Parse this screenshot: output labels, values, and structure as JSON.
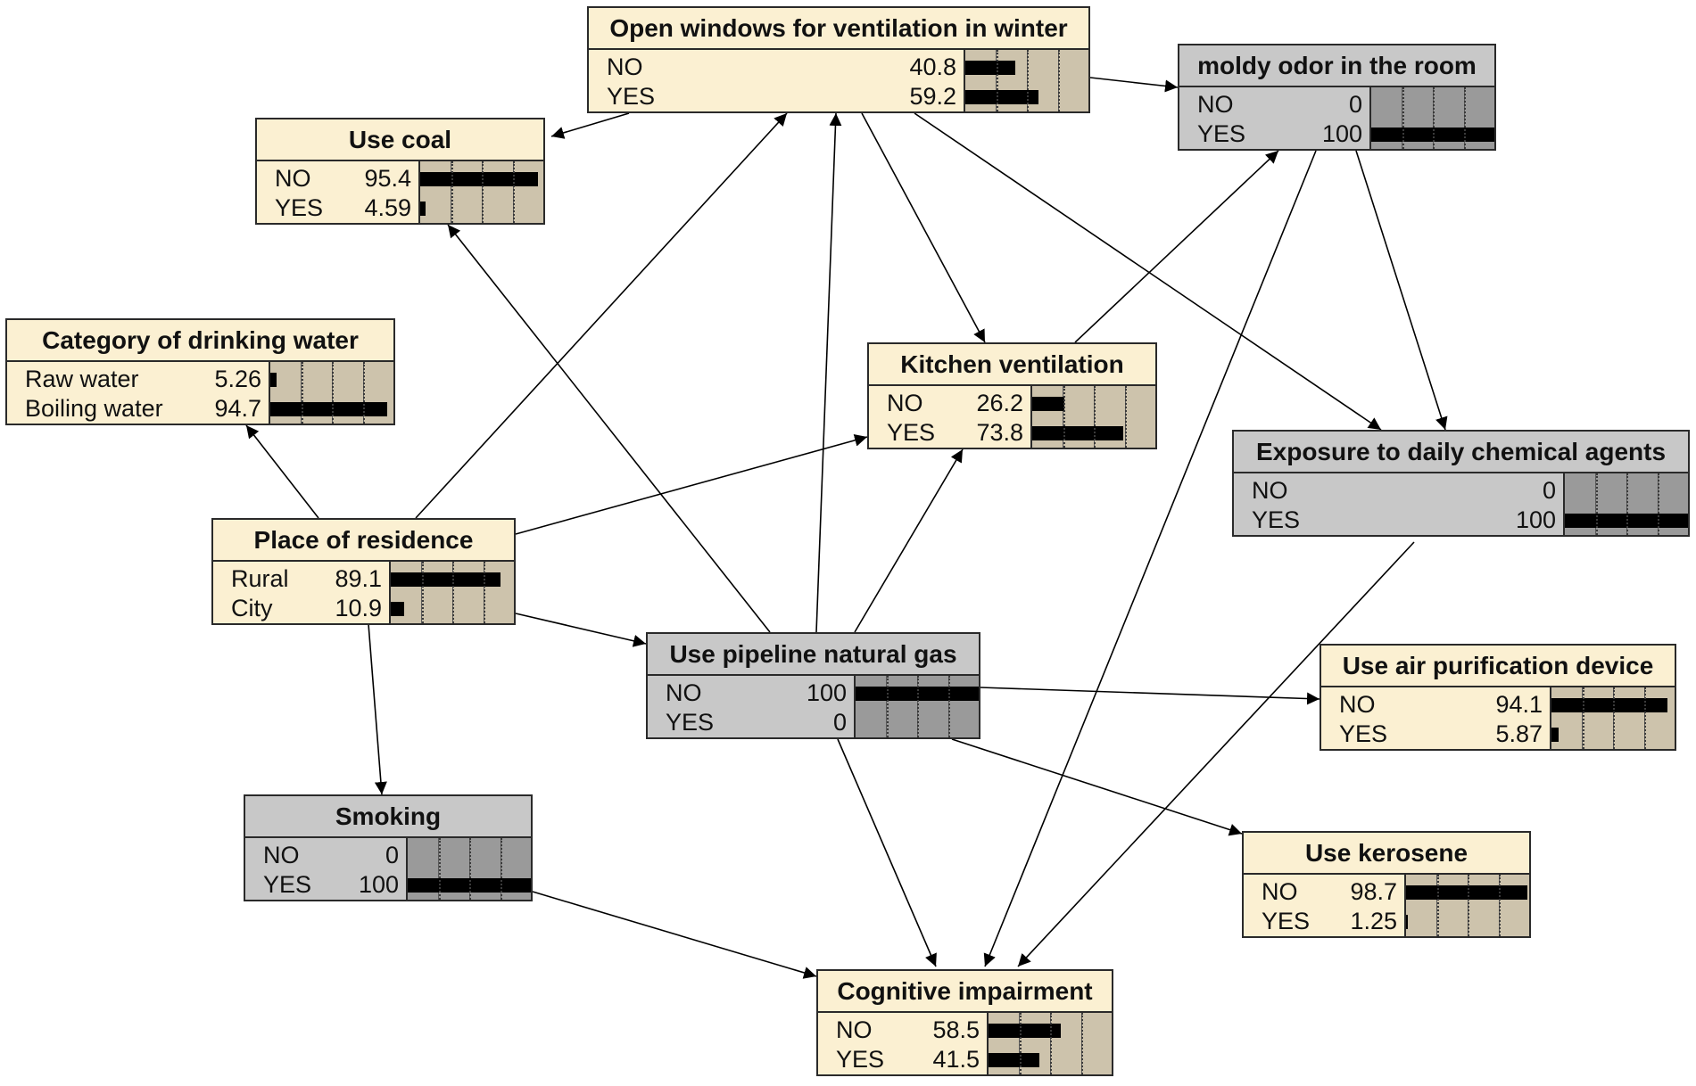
{
  "colors": {
    "node_fill": "#fbf0d2",
    "evidence_fill": "#c8c8c8",
    "bar_area": "#cdc3ac",
    "evidence_bar_area": "#9a9a9a",
    "bar": "#000000",
    "edge": "#000000"
  },
  "nodes": {
    "open_windows": {
      "title": "Open windows for ventilation in winter",
      "states": [
        {
          "label": "NO",
          "value": "40.8",
          "level": 40.8
        },
        {
          "label": "YES",
          "value": "59.2",
          "level": 59.2
        }
      ]
    },
    "moldy_odor": {
      "title": "moldy odor in the room",
      "evidence": true,
      "states": [
        {
          "label": "NO",
          "value": "0",
          "level": 0
        },
        {
          "label": "YES",
          "value": "100",
          "level": 100
        }
      ]
    },
    "use_coal": {
      "title": "Use coal",
      "states": [
        {
          "label": "NO",
          "value": "95.4",
          "level": 95.4
        },
        {
          "label": "YES",
          "value": "4.59",
          "level": 4.59
        }
      ]
    },
    "drinking_water": {
      "title": "Category of drinking water",
      "states": [
        {
          "label": "Raw water",
          "value": "5.26",
          "level": 5.26
        },
        {
          "label": "Boiling water",
          "value": "94.7",
          "level": 94.7
        }
      ]
    },
    "kitchen_ventilation": {
      "title": "Kitchen ventilation",
      "states": [
        {
          "label": "NO",
          "value": "26.2",
          "level": 26.2
        },
        {
          "label": "YES",
          "value": "73.8",
          "level": 73.8
        }
      ]
    },
    "chemical_agents": {
      "title": "Exposure to daily chemical agents",
      "evidence": true,
      "states": [
        {
          "label": "NO",
          "value": "0",
          "level": 0
        },
        {
          "label": "YES",
          "value": "100",
          "level": 100
        }
      ]
    },
    "place_of_residence": {
      "title": "Place of residence",
      "states": [
        {
          "label": "Rural",
          "value": "89.1",
          "level": 89.1
        },
        {
          "label": "City",
          "value": "10.9",
          "level": 10.9
        }
      ]
    },
    "pipeline_gas": {
      "title": "Use pipeline natural gas",
      "evidence": true,
      "states": [
        {
          "label": "NO",
          "value": "100",
          "level": 100
        },
        {
          "label": "YES",
          "value": "0",
          "level": 0
        }
      ]
    },
    "air_purification": {
      "title": "Use air purification device",
      "states": [
        {
          "label": "NO",
          "value": "94.1",
          "level": 94.1
        },
        {
          "label": "YES",
          "value": "5.87",
          "level": 5.87
        }
      ]
    },
    "smoking": {
      "title": "Smoking",
      "evidence": true,
      "states": [
        {
          "label": "NO",
          "value": "0",
          "level": 0
        },
        {
          "label": "YES",
          "value": "100",
          "level": 100
        }
      ]
    },
    "kerosene": {
      "title": "Use kerosene",
      "states": [
        {
          "label": "NO",
          "value": "98.7",
          "level": 98.7
        },
        {
          "label": "YES",
          "value": "1.25",
          "level": 1.25
        }
      ]
    },
    "cognitive": {
      "title": "Cognitive impairment",
      "states": [
        {
          "label": "NO",
          "value": "58.5",
          "level": 58.5
        },
        {
          "label": "YES",
          "value": "41.5",
          "level": 41.5
        }
      ]
    }
  },
  "edges": [
    {
      "from": "open_windows",
      "to": "use_coal"
    },
    {
      "from": "open_windows",
      "to": "moldy_odor"
    },
    {
      "from": "open_windows",
      "to": "kitchen_ventilation"
    },
    {
      "from": "open_windows",
      "to": "chemical_agents"
    },
    {
      "from": "moldy_odor",
      "to": "chemical_agents"
    },
    {
      "from": "moldy_odor",
      "to": "cognitive"
    },
    {
      "from": "kitchen_ventilation",
      "to": "moldy_odor"
    },
    {
      "from": "place_of_residence",
      "to": "drinking_water"
    },
    {
      "from": "place_of_residence",
      "to": "open_windows"
    },
    {
      "from": "place_of_residence",
      "to": "kitchen_ventilation"
    },
    {
      "from": "place_of_residence",
      "to": "pipeline_gas"
    },
    {
      "from": "place_of_residence",
      "to": "smoking"
    },
    {
      "from": "pipeline_gas",
      "to": "use_coal"
    },
    {
      "from": "pipeline_gas",
      "to": "open_windows"
    },
    {
      "from": "pipeline_gas",
      "to": "kitchen_ventilation"
    },
    {
      "from": "pipeline_gas",
      "to": "air_purification"
    },
    {
      "from": "pipeline_gas",
      "to": "kerosene"
    },
    {
      "from": "pipeline_gas",
      "to": "cognitive"
    },
    {
      "from": "chemical_agents",
      "to": "cognitive"
    },
    {
      "from": "smoking",
      "to": "cognitive"
    }
  ]
}
